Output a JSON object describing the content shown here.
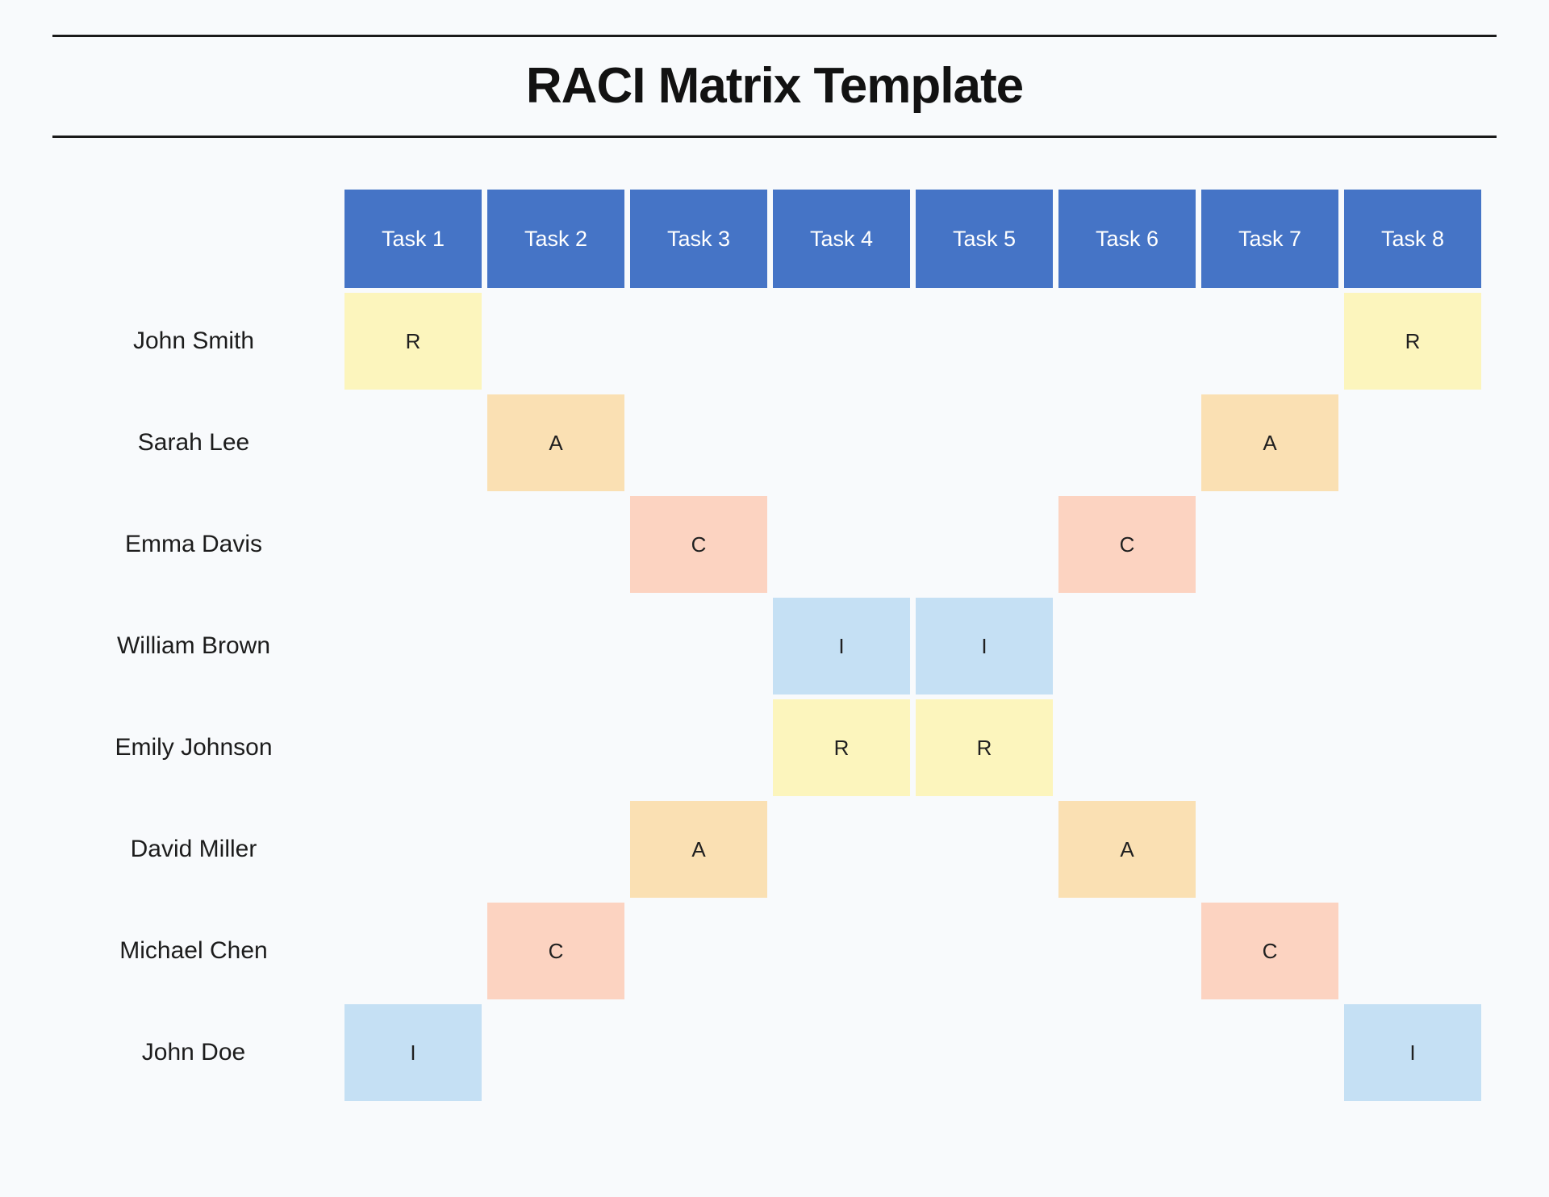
{
  "title": "RACI Matrix Template",
  "colors": {
    "background": "#F8FAFC",
    "rule": "#1A1A1A",
    "header_bg": "#4574C6",
    "header_text": "#FFFFFF",
    "R": "#FCF5BD",
    "A": "#FAE0B3",
    "C": "#FCD3C1",
    "I": "#C5E0F4"
  },
  "tasks": [
    "Task 1",
    "Task 2",
    "Task 3",
    "Task 4",
    "Task 5",
    "Task 6",
    "Task 7",
    "Task 8"
  ],
  "rows": [
    {
      "name": "John Smith",
      "cells": [
        "R",
        "",
        "",
        "",
        "",
        "",
        "",
        "R"
      ]
    },
    {
      "name": "Sarah Lee",
      "cells": [
        "",
        "A",
        "",
        "",
        "",
        "",
        "A",
        ""
      ]
    },
    {
      "name": "Emma Davis",
      "cells": [
        "",
        "",
        "C",
        "",
        "",
        "C",
        "",
        ""
      ]
    },
    {
      "name": "William Brown",
      "cells": [
        "",
        "",
        "",
        "I",
        "I",
        "",
        "",
        ""
      ]
    },
    {
      "name": "Emily Johnson",
      "cells": [
        "",
        "",
        "",
        "R",
        "R",
        "",
        "",
        ""
      ]
    },
    {
      "name": "David Miller",
      "cells": [
        "",
        "",
        "A",
        "",
        "",
        "A",
        "",
        ""
      ]
    },
    {
      "name": "Michael Chen",
      "cells": [
        "",
        "C",
        "",
        "",
        "",
        "",
        "C",
        ""
      ]
    },
    {
      "name": "John Doe",
      "cells": [
        "I",
        "",
        "",
        "",
        "",
        "",
        "",
        "I"
      ]
    }
  ]
}
